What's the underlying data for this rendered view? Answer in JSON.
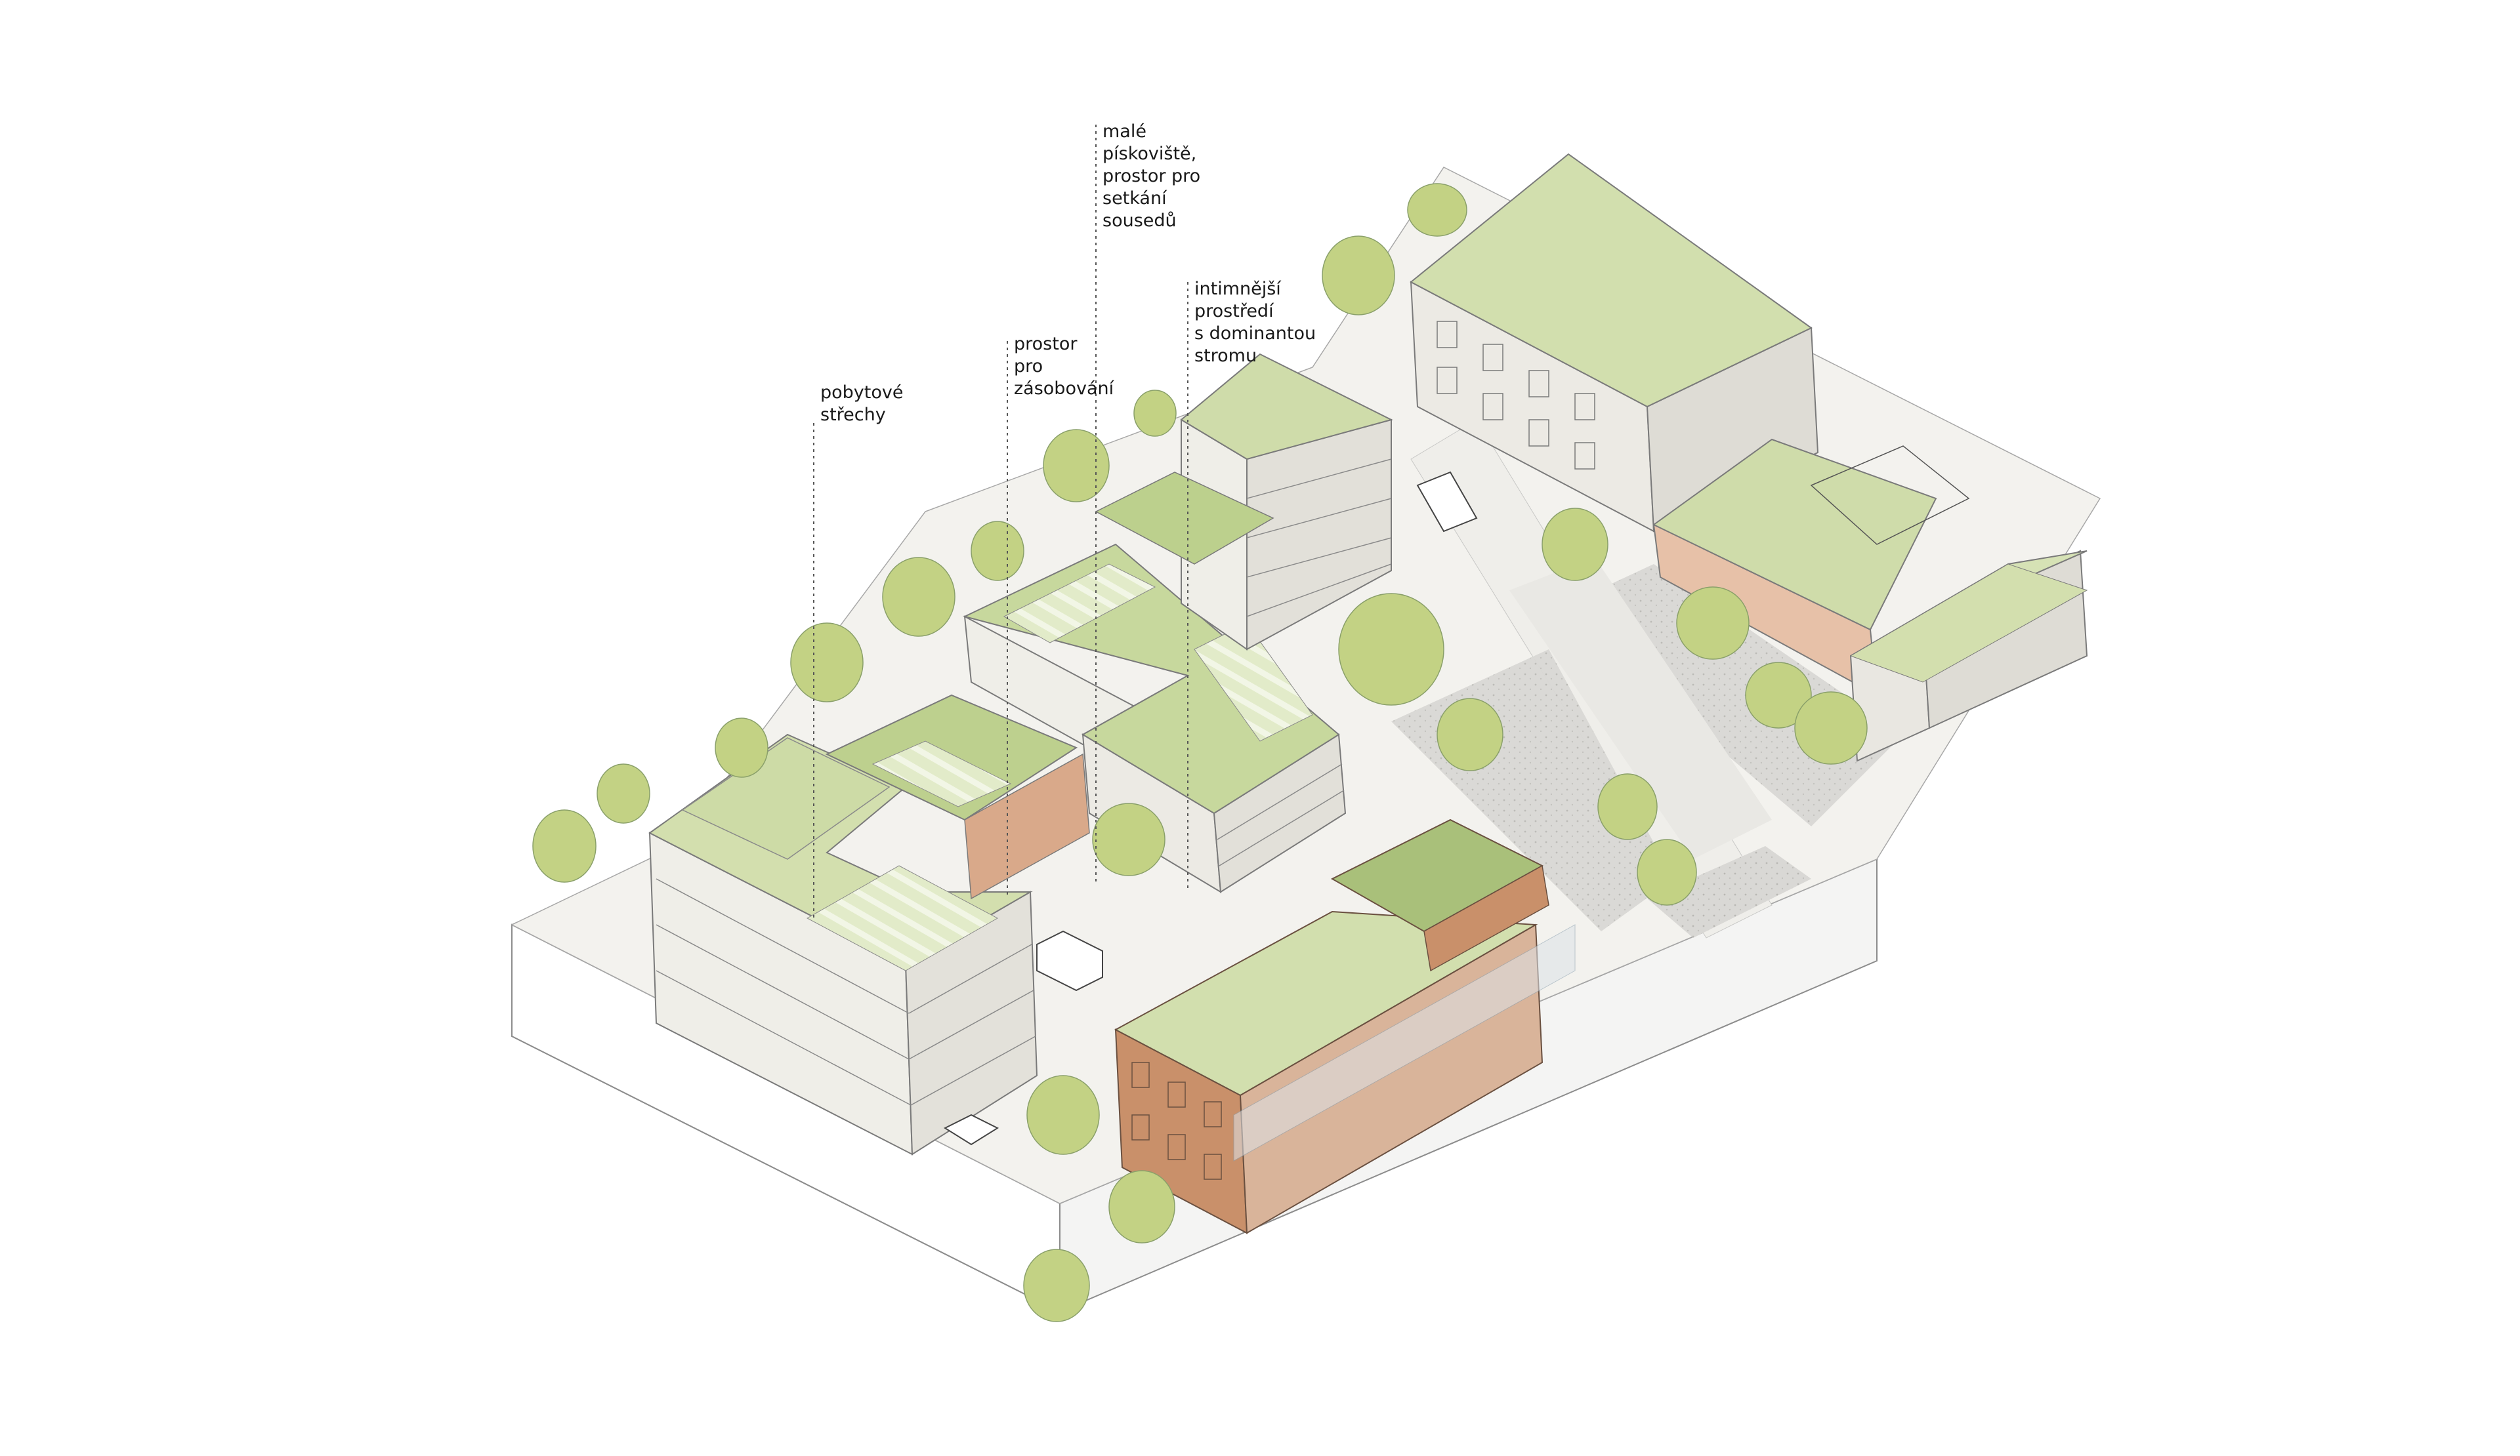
{
  "annotations": [
    {
      "id": "pobytove-strechy",
      "text": "pobytové\nstřechy"
    },
    {
      "id": "prostor-pro-zasobovani",
      "text": "prostor\npro\nzásobování"
    },
    {
      "id": "male-piskoviste",
      "text": "malé\npískoviště,\nprostor pro\nsetkání\nsousedů"
    },
    {
      "id": "intimnejsi-prostredi",
      "text": "intimnější\nprostředí\ns dominantou\nstromu"
    }
  ],
  "colors": {
    "paper": "#f6f5f1",
    "plinth_side": "#ffffff",
    "roof_green": "#cfdcaa",
    "courtyard_green": "#b9cf8a",
    "wall_grey": "#ebe9e3",
    "brick": "#c9906a",
    "tree": "#c3d284",
    "plaza": "#d6d5d2"
  }
}
